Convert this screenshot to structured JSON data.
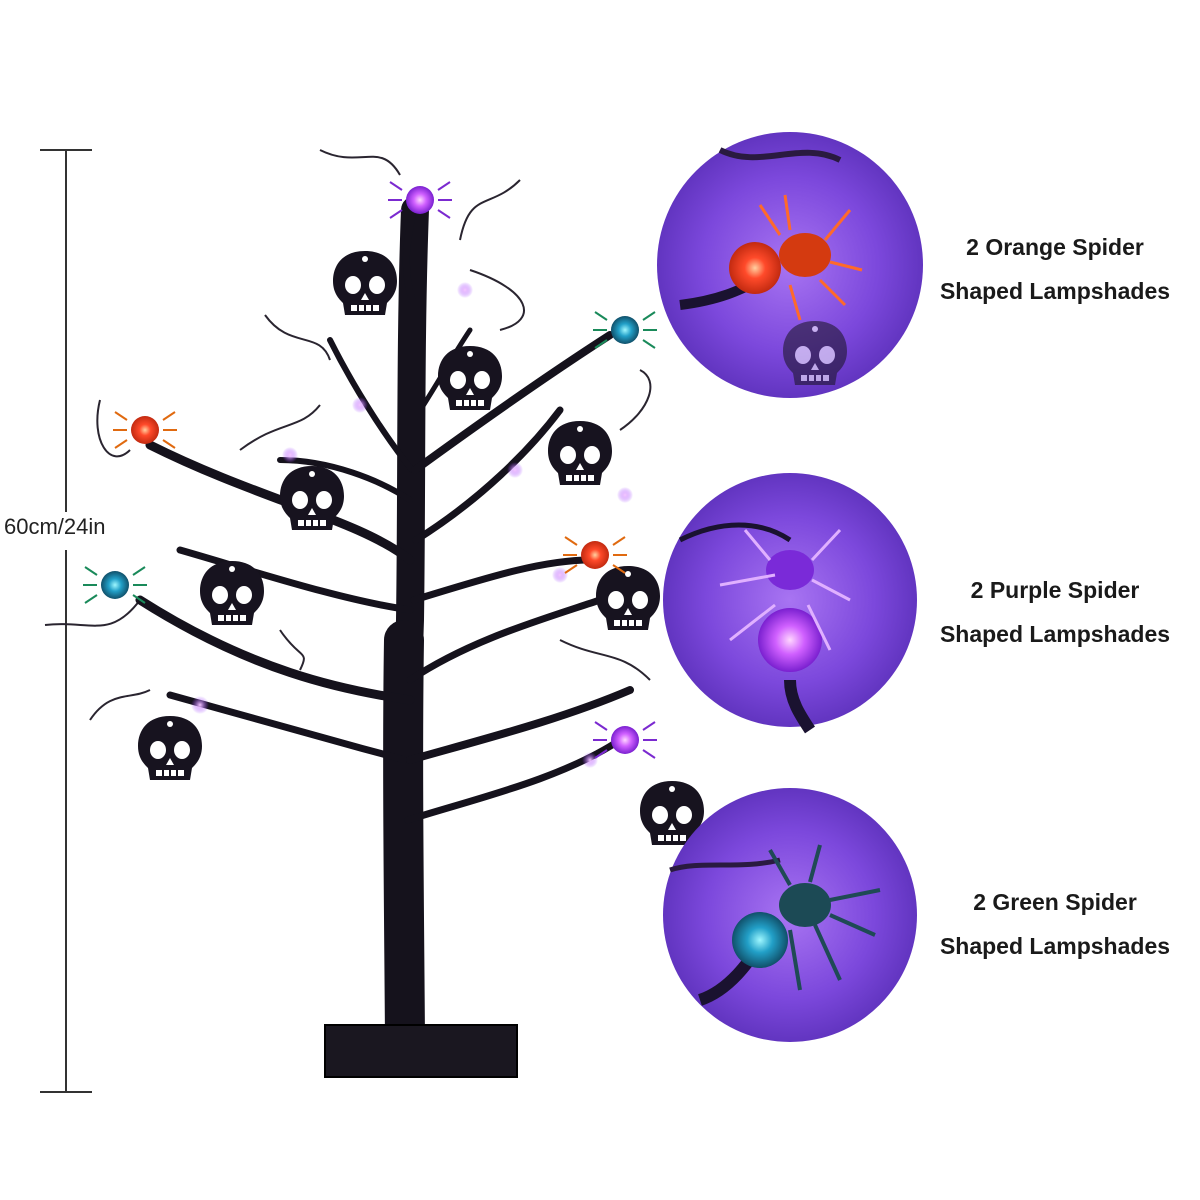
{
  "dimension": {
    "height_label": "60cm/24in"
  },
  "callouts": [
    {
      "line1": "2 Orange Spider",
      "line2": "Shaped Lampshades",
      "color": "#ff5a1f"
    },
    {
      "line1": "2 Purple Spider",
      "line2": "Shaped Lampshades",
      "color": "#b13cff"
    },
    {
      "line1": "2 Green Spider",
      "line2": "Shaped Lampshades",
      "color": "#1fb38a"
    }
  ],
  "colors": {
    "tree": "#15121c",
    "glow_purple": "#8a3cf0",
    "circle_bg": "#7b45d8"
  }
}
